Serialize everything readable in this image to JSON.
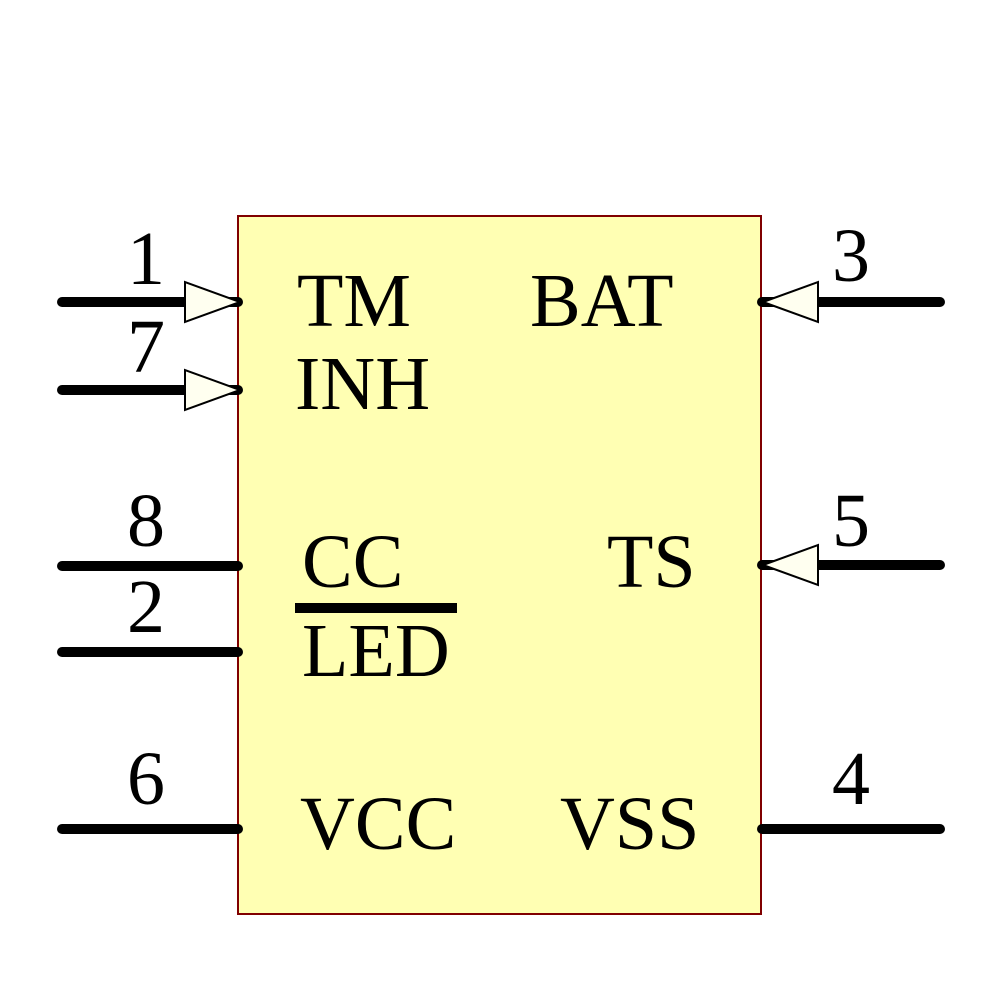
{
  "diagram": {
    "type": "schematic-ic-symbol",
    "colors": {
      "background": "#ffffff",
      "body_fill": "#ffffb3",
      "body_border": "#800000",
      "pin_line": "#000000",
      "text": "#000000",
      "arrow_fill": "#fffff0",
      "arrow_stroke": "#000000"
    },
    "pins": {
      "left": [
        {
          "number": "1",
          "label": "TM",
          "arrow": true,
          "overline": false
        },
        {
          "number": "7",
          "label": "INH",
          "arrow": true,
          "overline": false
        },
        {
          "number": "8",
          "label": "CC",
          "arrow": false,
          "overline": false
        },
        {
          "number": "2",
          "label": "LED",
          "arrow": false,
          "overline": true
        },
        {
          "number": "6",
          "label": "VCC",
          "arrow": false,
          "overline": false
        }
      ],
      "right": [
        {
          "number": "3",
          "label": "BAT",
          "arrow": true,
          "overline": false
        },
        {
          "number": "5",
          "label": "TS",
          "arrow": true,
          "overline": false
        },
        {
          "number": "4",
          "label": "VSS",
          "arrow": false,
          "overline": false
        }
      ]
    }
  }
}
